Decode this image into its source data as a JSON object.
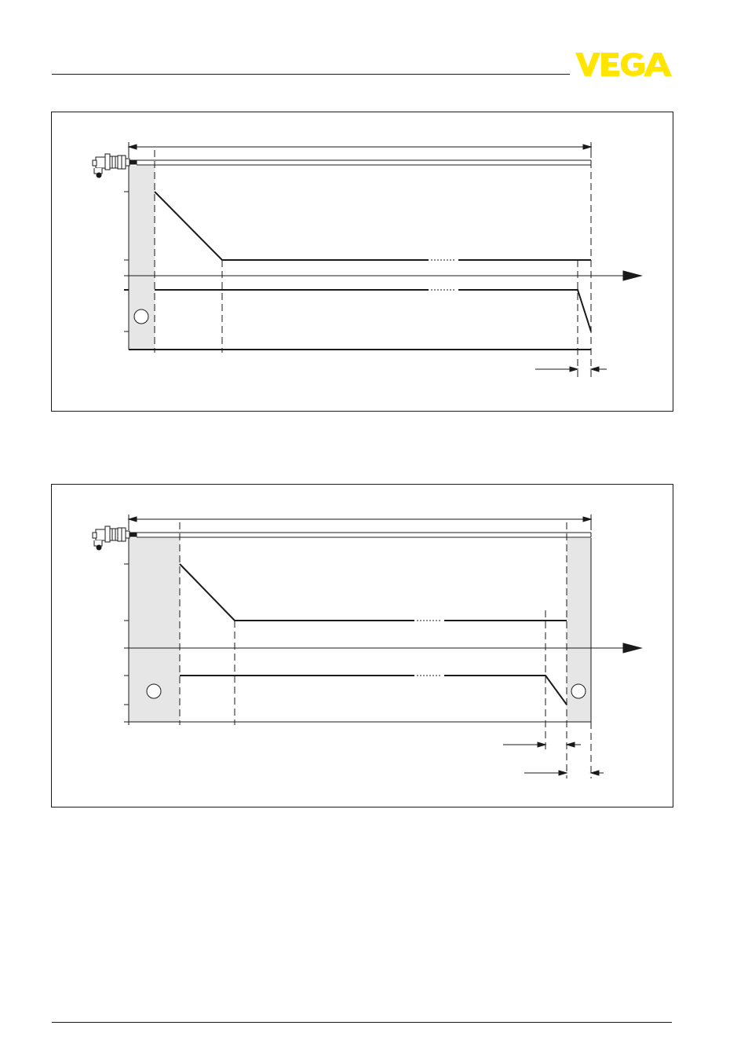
{
  "header": {
    "logo": {
      "text": "VEGA",
      "color": "#ffe500",
      "outline_color": "#1a1a1a"
    }
  },
  "figures": [
    {
      "name": "diagram-measuring-range-rod-probe",
      "fill_colors": {
        "dead_zone": "#e6e6e6",
        "lines": "#1a1a1a"
      },
      "markers": [
        ""
      ]
    },
    {
      "name": "diagram-measuring-range-probe-with-end-zone",
      "fill_colors": {
        "dead_zone": "#e6e6e6",
        "lines": "#1a1a1a"
      },
      "markers": [
        "",
        ""
      ]
    }
  ]
}
